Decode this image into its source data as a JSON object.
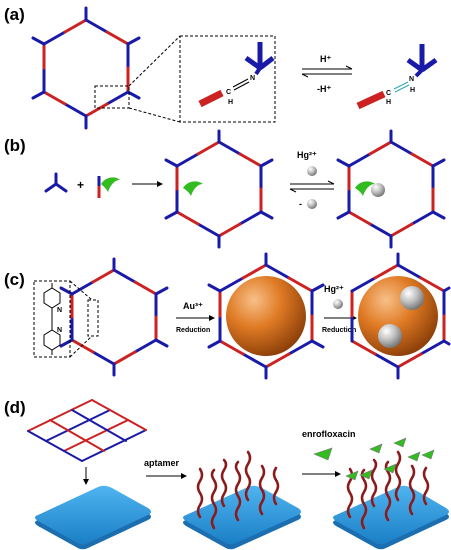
{
  "panels": {
    "a": {
      "label": "(a)",
      "imine_c": "C",
      "imine_n": "N",
      "imine_h": "H",
      "forward": "H⁺",
      "reverse": "-H⁺",
      "prod_n": "N",
      "prod_h1": "H",
      "prod_h2": "H",
      "prod_c": "C"
    },
    "b": {
      "label": "(b)",
      "plus": "+",
      "ion": "Hg²⁺",
      "minus": "-"
    },
    "c": {
      "label": "(c)",
      "pyridine_n1": "N",
      "pyridine_n2": "N",
      "au": "Au³⁺",
      "reduction1": "Reduction",
      "hg": "Hg²⁺",
      "reduction2": "Reduction"
    },
    "d": {
      "label": "(d)",
      "aptamer": "aptamer",
      "enrofloxacin": "enrofloxacin"
    }
  },
  "colors": {
    "blue": "#1a1aa8",
    "red": "#cc2222",
    "green": "#33bb22",
    "orange": "#d9701c",
    "grey": "#a8a8a8",
    "substrate": "#2a98e0",
    "strand": "#8b1a1a"
  }
}
